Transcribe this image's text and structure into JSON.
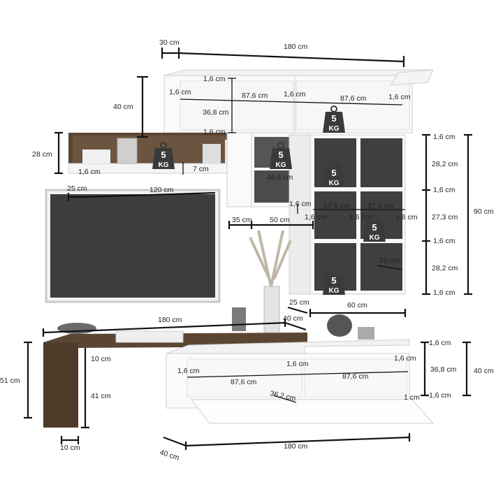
{
  "dimensions": {
    "top_depth": "30 cm",
    "top_width": "180 cm",
    "upper_cab_height": "40 cm",
    "upper_left_panel": "1,6 cm",
    "upper_top_panel": "1,6 cm",
    "upper_mid_panel": "1,6 cm",
    "upper_right_panel": "1,6 cm",
    "upper_left_width": "87,6 cm",
    "upper_right_width": "87,6 cm",
    "upper_inner_height": "36,8 cm",
    "upper_bottom_panel": "1,6 cm",
    "shelf_height": "28 cm",
    "shelf_panel": "1,6 cm",
    "shelf_lip": "7 cm",
    "small_cab_width": "46,8 cm",
    "tv_panel_depth": "25 cm",
    "tv_panel_width": "120 cm",
    "bracket_offset": "35 cm",
    "bracket_span": "50 cm",
    "grid_panel_top": "1,6 cm",
    "grid_row1": "28,2 cm",
    "grid_panel_2": "1,6 cm",
    "grid_row2": "27,3 cm",
    "grid_panel_3": "1,6 cm",
    "grid_row3": "28,2 cm",
    "grid_panel_bottom": "1,6 cm",
    "grid_total_height": "90 cm",
    "grid_col_left": "27,6 cm",
    "grid_col_right": "27,6 cm",
    "grid_panel_a": "1,6 cm",
    "grid_panel_b": "1,6 cm",
    "grid_panel_c": "1,6 cm",
    "grid_panel_d": "1,6 cm",
    "grid_inner_depth": "25 cm",
    "grid_depth": "25 cm",
    "grid_width": "60 cm",
    "bench_width": "180 cm",
    "bench_depth": "40 cm",
    "bench_top": "10 cm",
    "bench_total_height": "51 cm",
    "bench_leg_height": "41 cm",
    "bench_leg_width": "10 cm",
    "low_top_panel": "1,6 cm",
    "low_left_panel": "1,6 cm",
    "low_mid_panel": "1,6 cm",
    "low_right_panel": "1,6 cm",
    "low_left_width": "87,6 cm",
    "low_right_width": "87,6 cm",
    "low_inner_height": "36,8 cm",
    "low_bottom_panel": "1,6 cm",
    "low_door_gap": "1 cm",
    "low_height": "40 cm",
    "low_door_height": "36,2 cm",
    "low_depth": "40 cm",
    "low_width": "180 cm"
  },
  "weight_badges": [
    {
      "num": "5",
      "unit": "KG"
    },
    {
      "num": "5",
      "unit": "KG"
    },
    {
      "num": "5",
      "unit": "KG"
    },
    {
      "num": "5",
      "unit": "KG"
    },
    {
      "num": "5",
      "unit": "KG"
    },
    {
      "num": "5",
      "unit": "KG"
    }
  ],
  "colors": {
    "wood": "#5a4632",
    "white": "#fafafa",
    "badge": "#3a3a3a",
    "dimension_line": "#111111"
  }
}
